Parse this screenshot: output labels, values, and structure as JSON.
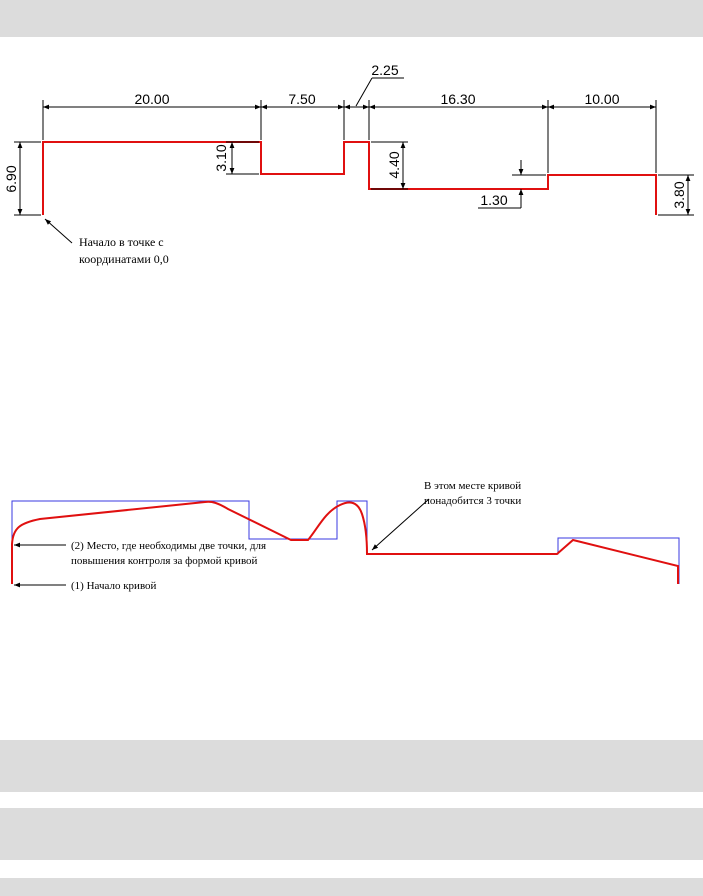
{
  "drawing1": {
    "dims": {
      "d1": "20.00",
      "d2": "7.50",
      "d3": "2.25",
      "d4": "16.30",
      "d5": "10.00",
      "h_left": "6.90",
      "h_step": "3.10",
      "h_440": "4.40",
      "h_130": "1.30",
      "h_right": "3.80"
    },
    "note_line1": "Начало в точке с",
    "note_line2": "координатами 0,0"
  },
  "drawing2": {
    "note_top_line1": "В этом месте кривой",
    "note_top_line2": "понадобится 3 точки",
    "note_mid_line1": "(2) Место, где необходимы две точки, для",
    "note_mid_line2": "повышения контроля за формой кривой",
    "note_start": "(1) Начало кривой"
  },
  "colors": {
    "profile": "#e01010",
    "guide": "#3a3ae0",
    "band": "#dcdcdc"
  }
}
